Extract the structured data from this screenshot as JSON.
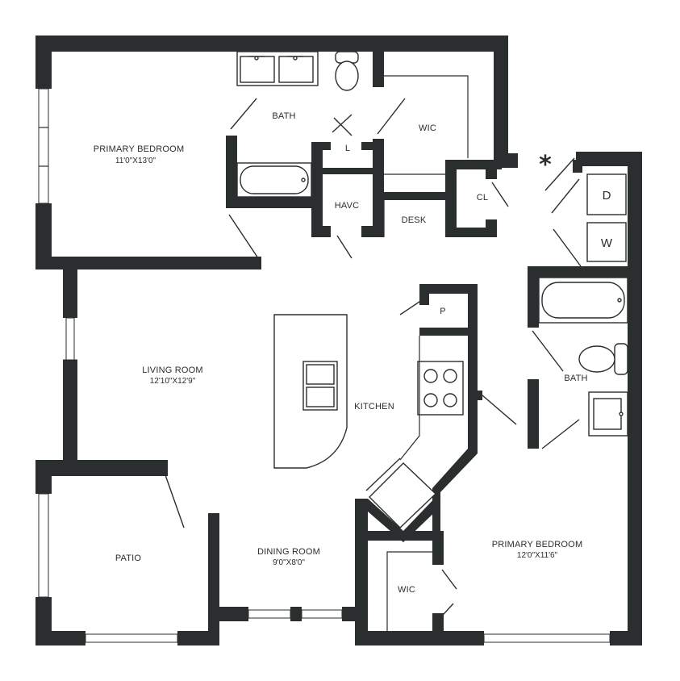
{
  "marker": "*",
  "rooms": {
    "primary_bedroom_1": {
      "name": "PRIMARY BEDROOM",
      "dims": "11'0\"X13'0\""
    },
    "bath_1": {
      "name": "BATH"
    },
    "wic_1": {
      "name": "WIC"
    },
    "linen": {
      "name": "L"
    },
    "havc": {
      "name": "HAVC"
    },
    "desk": {
      "name": "DESK"
    },
    "closet": {
      "name": "CL"
    },
    "dryer": {
      "name": "D"
    },
    "washer": {
      "name": "W"
    },
    "pantry": {
      "name": "P"
    },
    "bath_2": {
      "name": "BATH"
    },
    "living_room": {
      "name": "LIVING ROOM",
      "dims": "12'10\"X12'9\""
    },
    "kitchen": {
      "name": "KITCHEN"
    },
    "patio": {
      "name": "PATIO"
    },
    "dining_room": {
      "name": "DINING ROOM",
      "dims": "9'0\"X8'0\""
    },
    "wic_2": {
      "name": "WIC"
    },
    "primary_bedroom_2": {
      "name": "PRIMARY BEDROOM",
      "dims": "12'0\"X11'6\""
    }
  }
}
